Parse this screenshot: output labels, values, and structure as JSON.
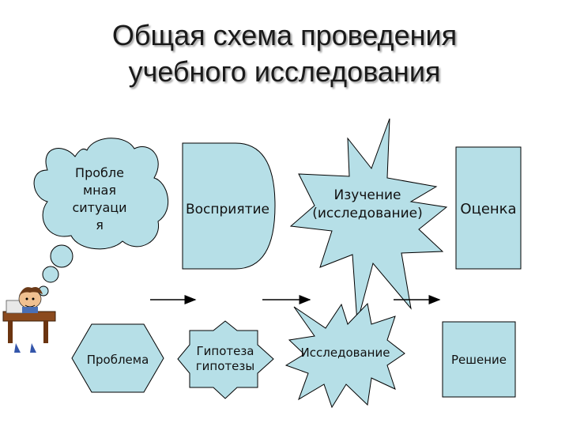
{
  "title": {
    "line1": "Общая схема проведения",
    "line2": "учебного исследования"
  },
  "shapes": {
    "problem_situation": {
      "line1": "Пробле",
      "line2": "мная",
      "line3": "ситуаци",
      "line4": "я"
    },
    "perception": "Восприятие",
    "study": {
      "line1": "Изучение",
      "line2": "(исследование)"
    },
    "evaluation": "Оценка",
    "problem": "Проблема",
    "hypothesis": {
      "line1": "Гипотеза",
      "line2": "гипотезы"
    },
    "research": "Исследование",
    "solution": "Решение"
  },
  "colors": {
    "shape_fill": "#b6dfe7",
    "stroke": "#000000"
  }
}
